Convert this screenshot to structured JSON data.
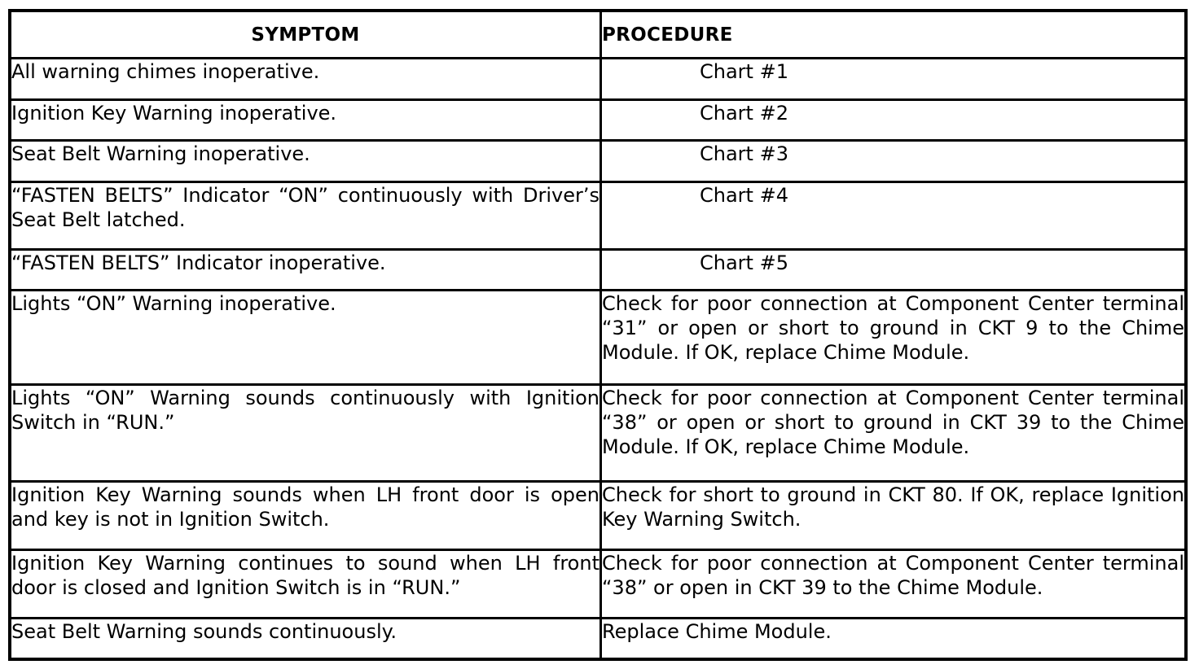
{
  "table": {
    "headers": {
      "symptom": "SYMPTOM",
      "procedure": "PROCEDURE"
    },
    "rows": [
      {
        "symptom": "All warning chimes inoperative.",
        "procedure": "Chart #1"
      },
      {
        "symptom": "Ignition Key Warning inoperative.",
        "procedure": "Chart #2"
      },
      {
        "symptom": "Seat Belt Warning inoperative.",
        "procedure": "Chart #3"
      },
      {
        "symptom": "“FASTEN BELTS” Indicator “ON” continuously with Driver’s Seat Belt latched.",
        "procedure": "Chart #4"
      },
      {
        "symptom": "“FASTEN BELTS” Indicator inoperative.",
        "procedure": "Chart #5"
      },
      {
        "symptom": "Lights “ON” Warning inoperative.",
        "procedure": "Check for poor connection at Component Center terminal “31” or open or short to ground in CKT 9 to the Chime Module. If OK, replace Chime Module."
      },
      {
        "symptom": "Lights “ON” Warning sounds continuously with Ignition Switch in “RUN.”",
        "procedure": "Check for poor connection at Component Center terminal “38” or open or short to ground in CKT 39 to the Chime Module. If OK, replace Chime Module."
      },
      {
        "symptom": "Ignition Key Warning sounds when LH front door is open and key is not in Ignition Switch.",
        "procedure": "Check for short to ground in CKT 80. If OK, replace Ignition Key Warning Switch."
      },
      {
        "symptom": "Ignition Key Warning continues to sound when LH front door is closed and Ignition Switch is in “RUN.”",
        "procedure": "Check for poor connection at Component Center terminal “38” or open in CKT 39 to the Chime Module."
      },
      {
        "symptom": "Seat Belt Warning sounds continuously.",
        "procedure": "Replace Chime Module."
      }
    ]
  }
}
